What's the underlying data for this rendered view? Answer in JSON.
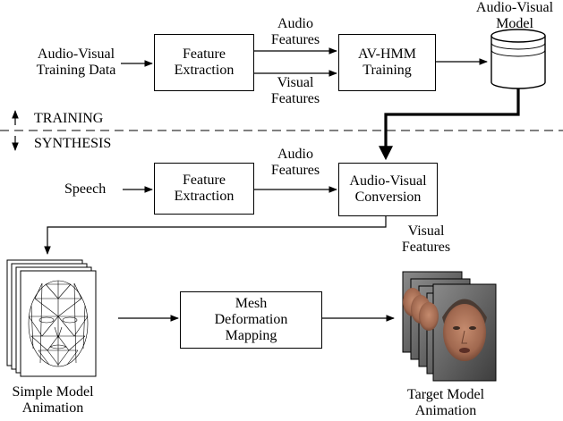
{
  "training": {
    "input_label": [
      "Audio-Visual",
      "Training Data"
    ],
    "feature_extraction": [
      "Feature",
      "Extraction"
    ],
    "audio_features": [
      "Audio",
      "Features"
    ],
    "visual_features": [
      "Visual",
      "Features"
    ],
    "avhmm": [
      "AV-HMM",
      "Training"
    ],
    "model_label": [
      "Audio-Visual",
      "Model"
    ]
  },
  "divider": {
    "training_label": "TRAINING",
    "synthesis_label": "SYNTHESIS"
  },
  "synthesis": {
    "input_label": "Speech",
    "feature_extraction": [
      "Feature",
      "Extraction"
    ],
    "audio_features": [
      "Audio",
      "Features"
    ],
    "conversion": [
      "Audio-Visual",
      "Conversion"
    ],
    "visual_features": [
      "Visual",
      "Features"
    ]
  },
  "animation": {
    "simple_model": [
      "Simple Model",
      "Animation"
    ],
    "mapping": [
      "Mesh",
      "Deformation",
      "Mapping"
    ],
    "target_model": [
      "Target Model",
      "Animation"
    ]
  },
  "colors": {
    "line": "#000000",
    "face_skin": "#a9735a",
    "face_background": "#6e6e6e"
  }
}
